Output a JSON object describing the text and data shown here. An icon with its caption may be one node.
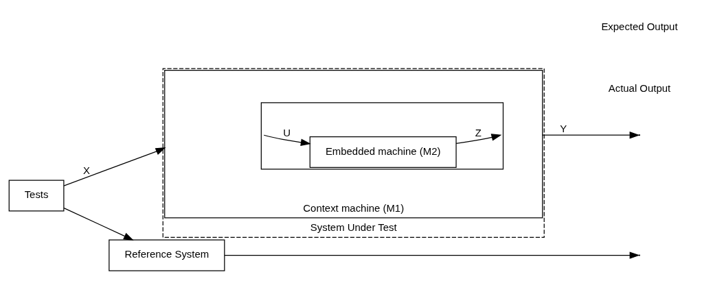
{
  "diagram": {
    "nodes": [
      {
        "text": [
          "System Under Test"
        ]
      },
      {
        "text": [
          "Context machine (M1)"
        ],
        "in": 0
      },
      {
        "text": [],
        "shape": "box",
        "in": 1
      },
      {
        "text": [
          "Embedded machine (M2)"
        ],
        "in": 2
      },
      {
        "text": [
          "Tests"
        ]
      },
      {
        "text": [
          "Reference System"
        ]
      }
    ],
    "edges": [
      {
        "from": 4,
        "to": 1,
        "arrow": "to",
        "label": "X"
      },
      {
        "from": 4,
        "to": 5,
        "arrow": "to"
      },
      {
        "from": 2,
        "to": 3,
        "arrow": "to",
        "label": "U"
      },
      {
        "from": 3,
        "to": 2,
        "arrow": "to",
        "label": "Z"
      },
      {
        "from": 1,
        "to": null,
        "arrow": "to",
        "label": "Y"
      },
      {
        "from": 5,
        "to": null,
        "arrow": "to"
      }
    ],
    "labels": [
      "Actual Output",
      "Expected Output"
    ]
  }
}
